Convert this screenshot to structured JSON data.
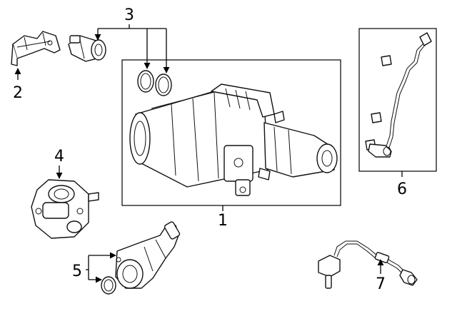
{
  "callouts": {
    "c1": "1",
    "c2": "2",
    "c3": "3",
    "c4": "4",
    "c5": "5",
    "c6": "6",
    "c7": "7"
  },
  "colors": {
    "ink": "#000000",
    "background": "#ffffff"
  },
  "icons": {
    "part1": "evap-canister-icon",
    "part2": "mounting-bracket-icon",
    "part3": "vent-solenoid-icon",
    "part4": "purge-valve-icon",
    "part5": "filter-housing-icon",
    "part6": "wiring-harness-icon",
    "part7": "sensor-harness-icon"
  }
}
